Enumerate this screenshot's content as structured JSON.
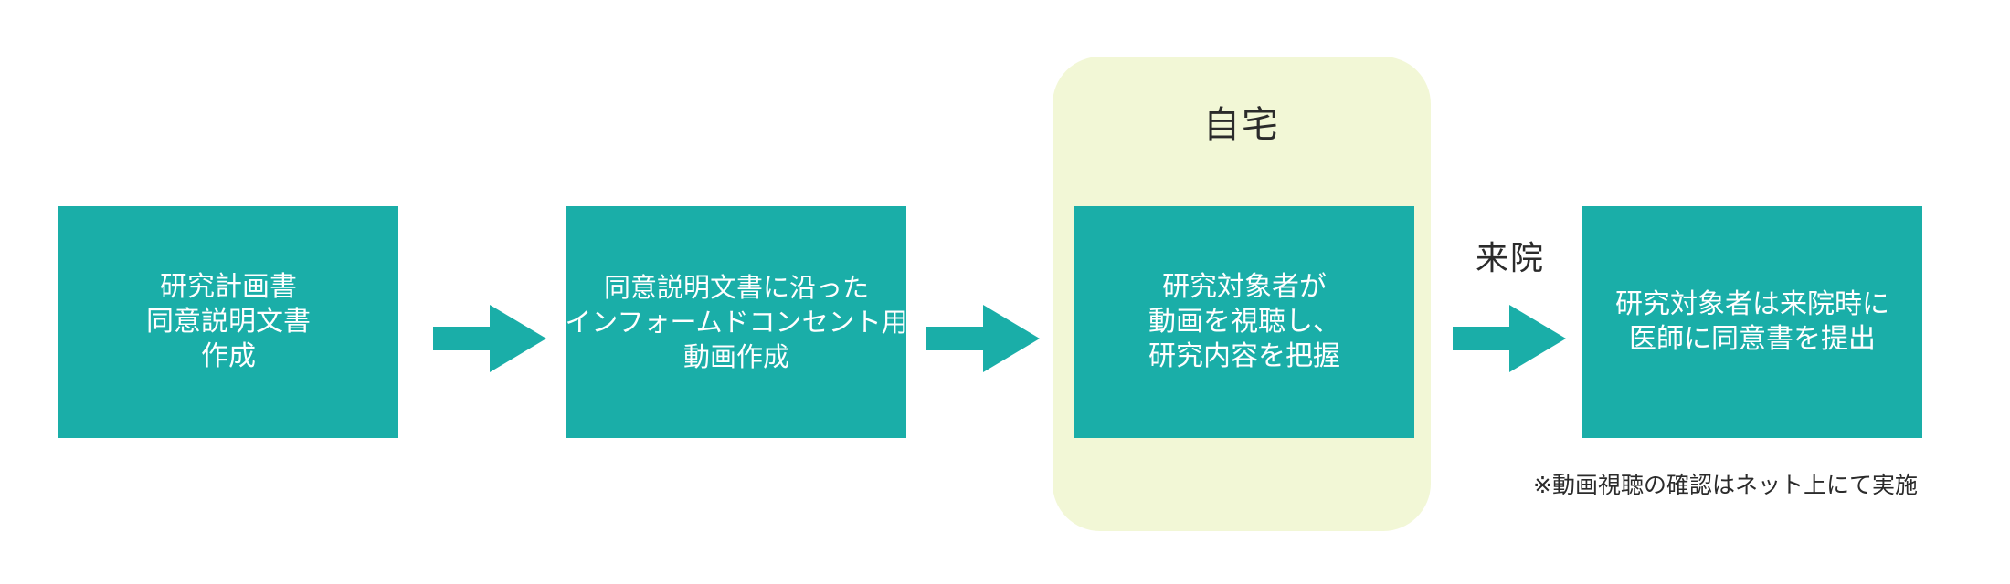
{
  "colors": {
    "box_fill": "#1aaea8",
    "arrow_fill": "#1aaea8",
    "home_zone_fill": "#f2f7d6",
    "box_text": "#ffffff",
    "label_text": "#2b2b2b"
  },
  "home_zone": {
    "label": "自宅"
  },
  "steps": [
    {
      "lines": [
        "研究計画書",
        "同意説明文書",
        "作成"
      ]
    },
    {
      "lines": [
        "同意説明文書に沿った",
        "インフォームドコンセント用",
        "動画作成"
      ]
    },
    {
      "lines": [
        "研究対象者が",
        "動画を視聴し、",
        "研究内容を把握"
      ]
    },
    {
      "lines": [
        "研究対象者は来院時に",
        "医師に同意書を提出"
      ]
    }
  ],
  "arrows": [
    {
      "label": ""
    },
    {
      "label": ""
    },
    {
      "label": "来院"
    }
  ],
  "footnote": "※動画視聴の確認はネット上にて実施"
}
